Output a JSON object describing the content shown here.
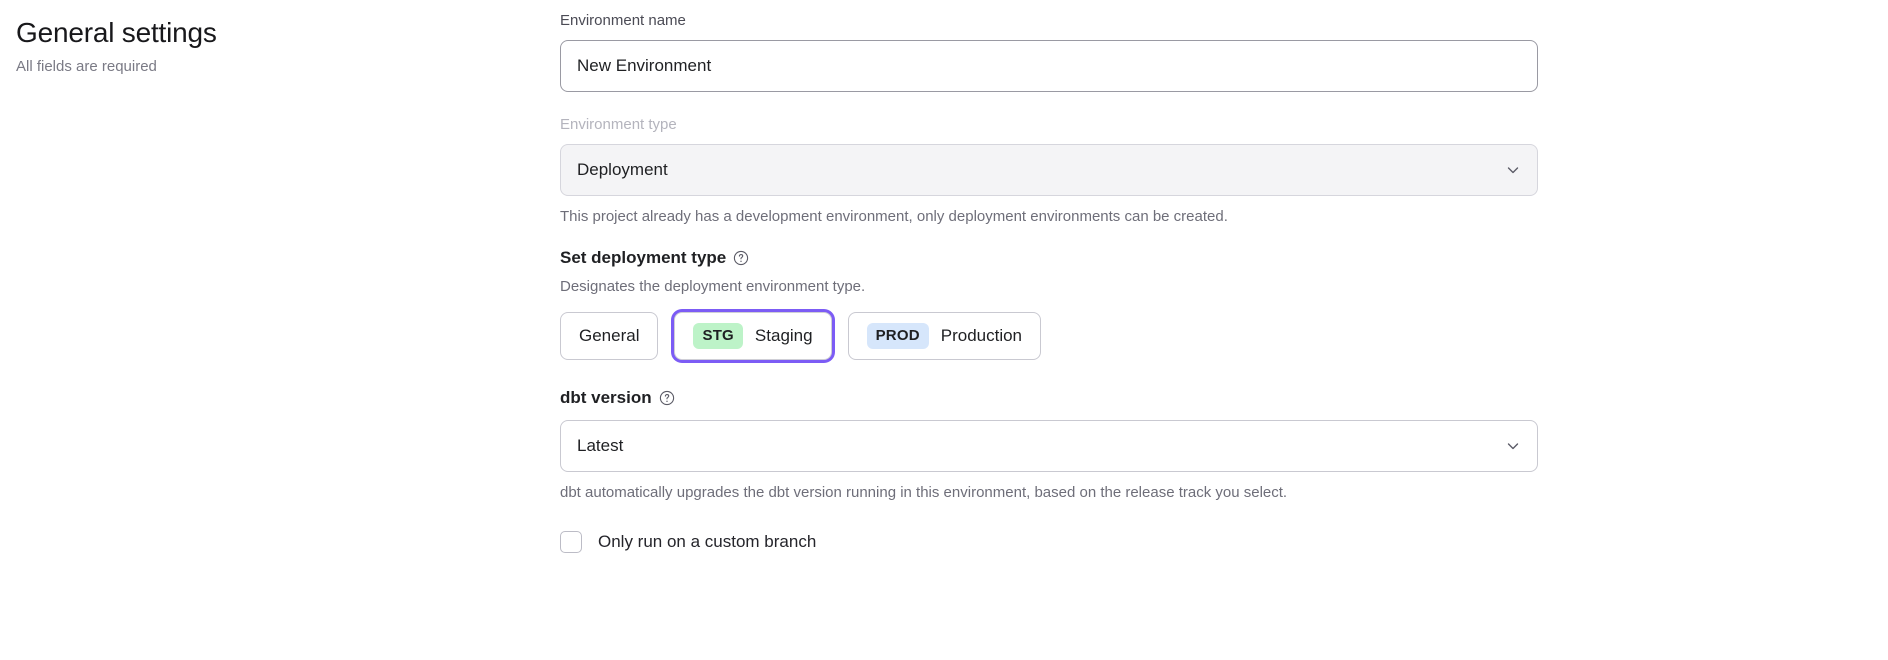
{
  "header": {
    "title": "General settings",
    "subtitle": "All fields are required"
  },
  "form": {
    "environment_name": {
      "label": "Environment name",
      "value": "New Environment",
      "placeholder": "New Environment"
    },
    "environment_type": {
      "label": "Environment type",
      "value": "Deployment",
      "disabled": true,
      "help": "This project already has a development environment, only deployment environments can be created.",
      "chevron_icon": "chevron-down-icon"
    },
    "deployment_type": {
      "label": "Set deployment type",
      "info_icon": "help-circle-icon",
      "description": "Designates the deployment environment type.",
      "options": [
        {
          "badge": "",
          "label": "General",
          "badge_bg": "transparent",
          "selected": false
        },
        {
          "badge": "STG",
          "label": "Staging",
          "badge_bg": "#bdf3c8",
          "selected": true
        },
        {
          "badge": "PROD",
          "label": "Production",
          "badge_bg": "#d6e6fb",
          "selected": false
        }
      ]
    },
    "dbt_version": {
      "label": "dbt version",
      "info_icon": "help-circle-icon",
      "value": "Latest",
      "chevron_icon": "chevron-down-icon",
      "help": "dbt automatically upgrades the dbt version running in this environment, based on the release track you select."
    },
    "custom_branch": {
      "label": "Only run on a custom branch",
      "checked": false
    }
  },
  "colors": {
    "focus_ring": "#7c5cf5",
    "staging_badge": "#bdf3c8",
    "prod_badge": "#d6e6fb",
    "muted_text": "#6e6e79",
    "disabled_text": "#b4b4bd"
  }
}
